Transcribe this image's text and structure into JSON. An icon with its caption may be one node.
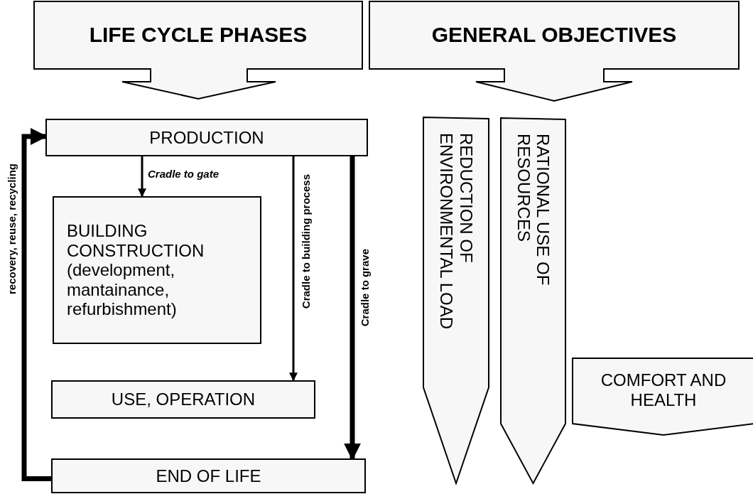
{
  "diagram": {
    "nodes": [
      {
        "text": [
          "LIFE CYCLE PHASES"
        ]
      },
      {
        "text": [
          "GENERAL OBJECTIVES"
        ]
      },
      {
        "text": [
          "PRODUCTION"
        ]
      },
      {
        "text": [
          "BUILDING CONSTRUCTION (development, mantainance, refurbishment)"
        ]
      },
      {
        "text": [
          "USE, OPERATION"
        ]
      },
      {
        "text": [
          "END OF LIFE"
        ]
      },
      {
        "text": [
          "REDUCTION OF ENVIRONMENTAL LOAD"
        ]
      },
      {
        "text": [
          "RATIONAL USE OF RESOURCES"
        ]
      },
      {
        "text": [
          "COMFORT AND HEALTH"
        ]
      }
    ],
    "edges": [
      {
        "from": 2,
        "to": 3,
        "arrow": "to",
        "label": "Cradle to gate"
      },
      {
        "from": 2,
        "to": 4,
        "arrow": "to",
        "label": "Cradle to building process"
      },
      {
        "from": 2,
        "to": 5,
        "arrow": "to",
        "label": "Cradle to grave",
        "style": "thick"
      },
      {
        "from": 5,
        "to": 2,
        "arrow": "to",
        "label": "recovery, reuse, recycling",
        "style": "thick"
      }
    ]
  }
}
